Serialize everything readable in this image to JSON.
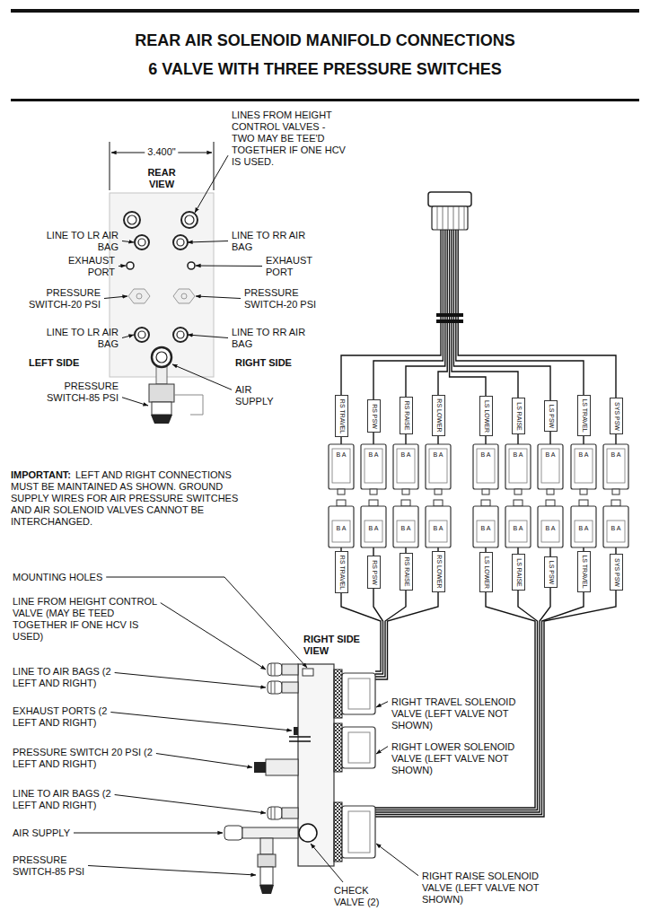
{
  "diagram": {
    "title": "REAR AIR SOLENOID MANIFOLD CONNECTIONS 6 VALVE WITH THREE PRESSURE SWITCHES",
    "nodes": [
      {
        "text": [
          "RS TRAVEL"
        ]
      },
      {
        "text": [
          "RS PSW"
        ]
      },
      {
        "text": [
          "RS RAISE"
        ]
      },
      {
        "text": [
          "RS LOWER"
        ]
      },
      {
        "text": [
          "LS LOWER"
        ]
      },
      {
        "text": [
          "LS RAISE"
        ]
      },
      {
        "text": [
          "LS PSW"
        ]
      },
      {
        "text": [
          "LS TRAVEL"
        ]
      },
      {
        "text": [
          "SYS PSW"
        ]
      },
      {
        "text": [
          "RS TRAVEL"
        ]
      },
      {
        "text": [
          "RS PSW"
        ]
      },
      {
        "text": [
          "RS RAISE"
        ]
      },
      {
        "text": [
          "RS LOWER"
        ]
      },
      {
        "text": [
          "LS LOWER"
        ]
      },
      {
        "text": [
          "LS RAISE"
        ]
      },
      {
        "text": [
          "LS PSW"
        ]
      },
      {
        "text": [
          "LS TRAVEL"
        ]
      },
      {
        "text": [
          "SYS PSW"
        ]
      }
    ],
    "labels": [
      "3.400\"",
      "REAR VIEW",
      "LINES FROM HEIGHT CONTROL VALVES - TWO MAY BE TEE'D TOGETHER IF ONE HCV IS USED.",
      "LINE TO LR AIR BAG",
      "LINE TO RR AIR BAG",
      "EXHAUST PORT",
      "EXHAUST PORT",
      "PRESSURE SWITCH-20 PSI",
      "PRESSURE SWITCH-20 PSI",
      "LINE TO LR AIR BAG",
      "LINE TO RR AIR BAG",
      "LEFT SIDE",
      "RIGHT SIDE",
      "PRESSURE SWITCH-85 PSI",
      "AIR SUPPLY",
      "IMPORTANT:",
      "LEFT AND RIGHT CONNECTIONS MUST BE MAINTAINED AS SHOWN. GROUND SUPPLY WIRES FOR AIR PRESSURE SWITCHES AND AIR SOLENOID VALVES CANNOT BE INTERCHANGED.",
      "MOUNTING HOLES",
      "LINE FROM HEIGHT CONTROL VALVE (MAY BE TEED TOGETHER IF ONE HCV IS USED)",
      "LINE TO AIR BAGS (2 LEFT AND RIGHT)",
      "EXHAUST PORTS (2 LEFT AND RIGHT)",
      "PRESSURE SWITCH 20 PSI (2 LEFT AND RIGHT)",
      "LINE TO AIR BAGS (2 LEFT AND RIGHT)",
      "AIR SUPPLY",
      "PRESSURE SWITCH-85 PSI",
      "RIGHT SIDE VIEW",
      "RIGHT TRAVEL SOLENOID VALVE (LEFT VALVE NOT SHOWN)",
      "RIGHT LOWER SOLENOID VALVE (LEFT VALVE NOT SHOWN)",
      "CHECK VALVE (2)",
      "RIGHT RAISE SOLENOID VALVE (LEFT VALVE NOT SHOWN)",
      "B A",
      "B A",
      "B A",
      "B A",
      "B A",
      "B A",
      "B A",
      "B A",
      "B A",
      "B A",
      "B A",
      "B A",
      "B A",
      "B A",
      "B A",
      "B A",
      "B A",
      "B A"
    ]
  }
}
